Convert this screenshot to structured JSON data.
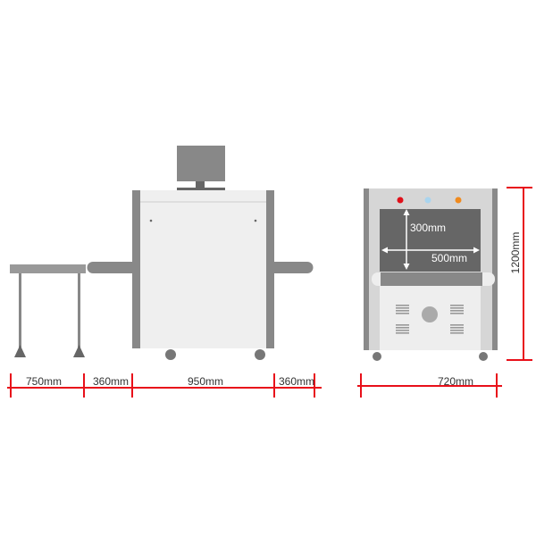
{
  "side_view": {
    "dimensions": [
      "750mm",
      "360mm",
      "950mm",
      "360mm"
    ]
  },
  "front_view": {
    "tunnel_height": "300mm",
    "tunnel_width": "500mm",
    "width": "720mm",
    "height": "1200mm",
    "indicator_colors": [
      "#e0101a",
      "#a9d4ee",
      "#f08a1e"
    ]
  },
  "colors": {
    "dimension_line": "#e8101a",
    "frame": "#8a8a8a",
    "body": "#efefef"
  }
}
